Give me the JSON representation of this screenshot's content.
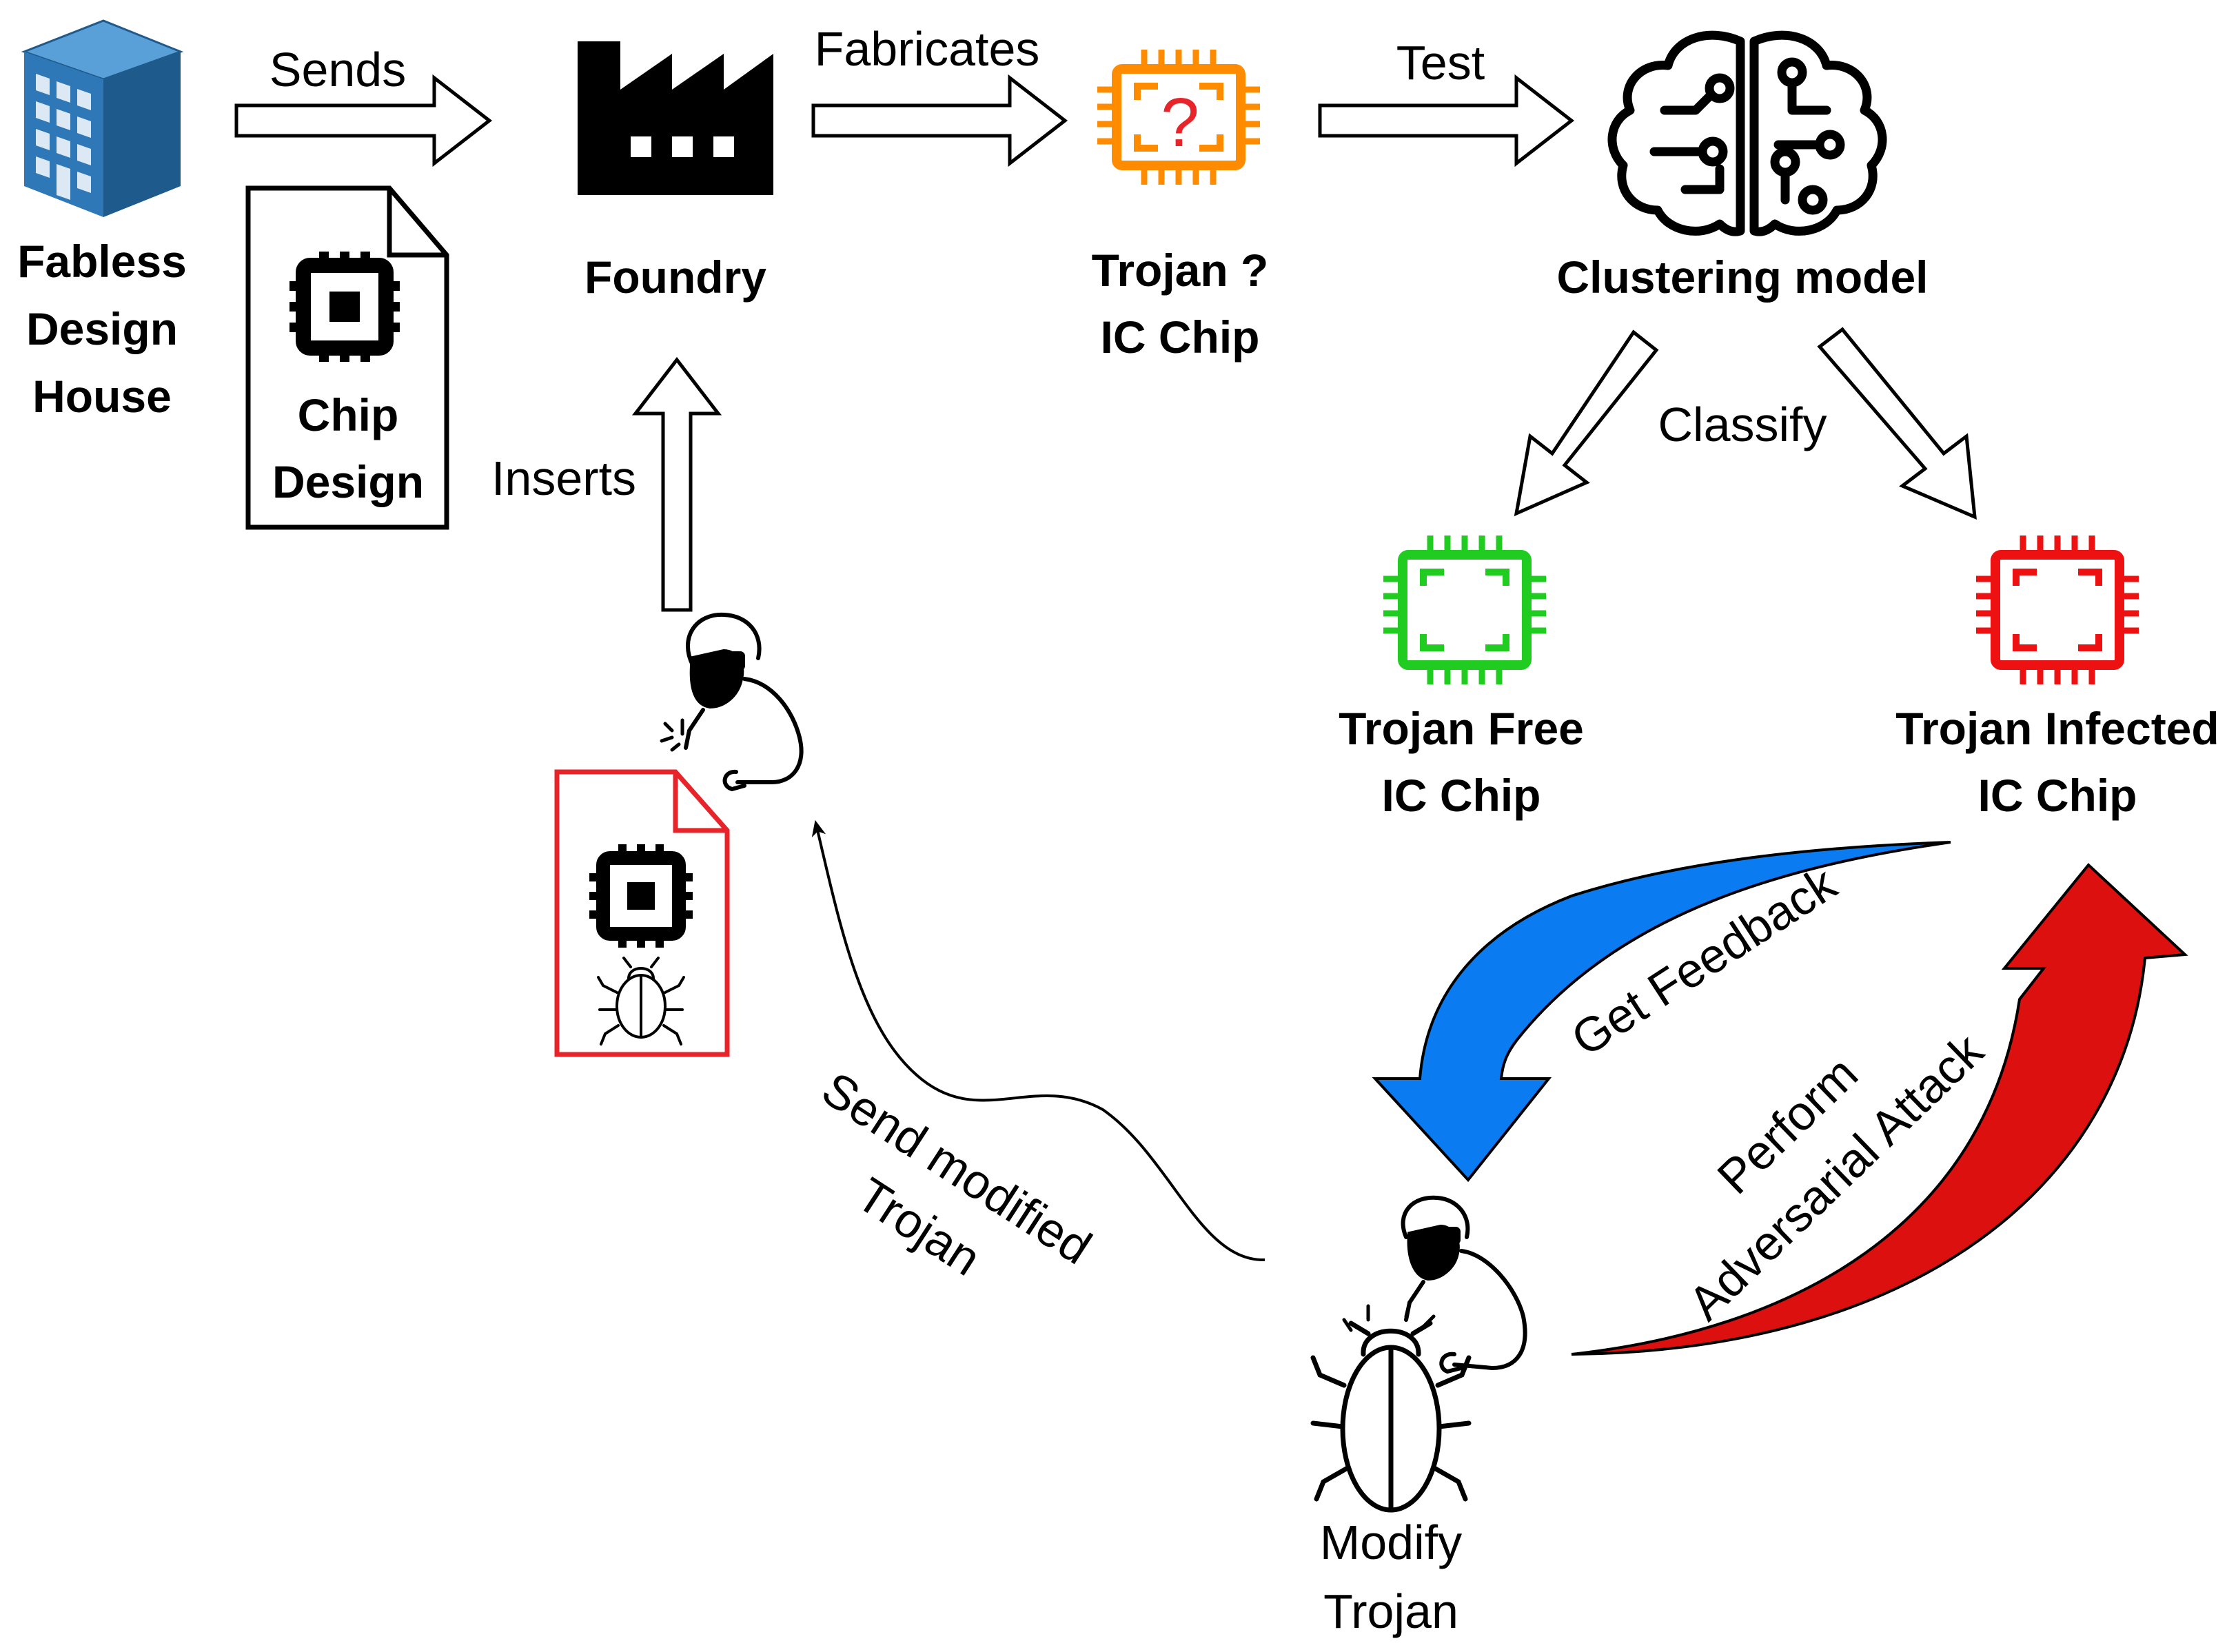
{
  "labels": {
    "fabless": [
      "Fabless",
      "Design",
      "House"
    ],
    "chip_design": [
      "Chip",
      "Design"
    ],
    "foundry": "Foundry",
    "trojan_chip": [
      "Trojan ?",
      "IC Chip"
    ],
    "clustering": "Clustering model",
    "trojan_free": [
      "Trojan Free",
      "IC Chip"
    ],
    "trojan_infected": [
      "Trojan Infected",
      "IC Chip"
    ],
    "modify_trojan": [
      "Modify",
      "Trojan"
    ]
  },
  "arrows": {
    "sends": "Sends",
    "fabricates": "Fabricates",
    "test": "Test",
    "classify": "Classify",
    "inserts": "Inserts",
    "send_modified": [
      "Send modified",
      "Trojan"
    ],
    "get_feedback": "Get Feedback",
    "perform_attack": [
      "Perform",
      "Adversarial  Attack"
    ]
  },
  "colors": {
    "building": "#2e78b7",
    "building_side": "#1f5a8c",
    "unknown_chip": "#ff8c00",
    "question_mark": "#e8242b",
    "free_chip": "#1fcc1f",
    "infected_chip": "#ee1111",
    "infected_doc": "#e8242b",
    "feedback_arrow": "#0a7bf0",
    "attack_arrow": "#dd1010"
  },
  "icons": [
    "building-icon",
    "document-chip-icon",
    "factory-icon",
    "chip-icon",
    "brain-circuit-icon",
    "hacker-icon",
    "bug-icon",
    "infected-document-icon"
  ]
}
